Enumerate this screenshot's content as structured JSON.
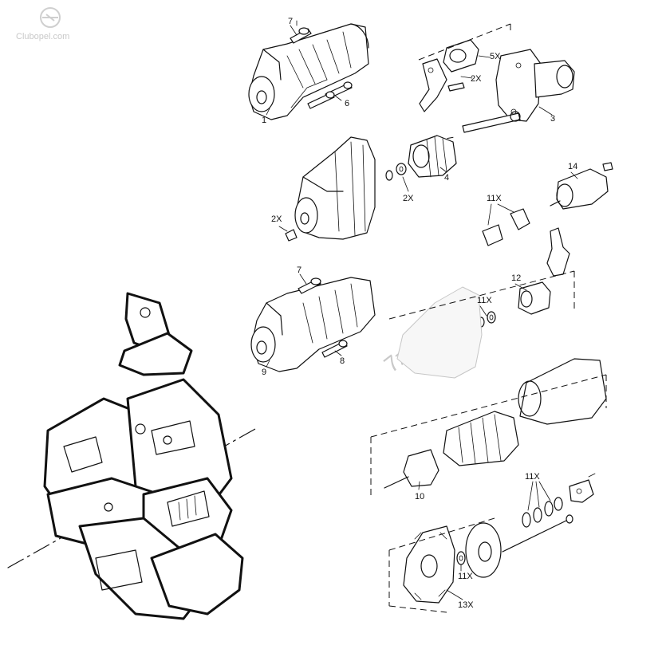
{
  "watermarks": {
    "top_left": "Clubopel.com",
    "center": "7zap.com"
  },
  "callouts": {
    "c1": "1",
    "c2x_a": "2X",
    "c2x_b": "2X",
    "c2x_c": "2X",
    "c3": "3",
    "c4": "4",
    "c5x": "5X",
    "c6": "6",
    "c7_top": "7",
    "c7_mid": "7",
    "c8": "8",
    "c9": "9",
    "c10": "10",
    "c11x_a": "11X",
    "c11x_b": "11X",
    "c11x_c": "11X",
    "c11x_d": "11X",
    "c12": "12",
    "c13x": "13X",
    "c14": "14"
  }
}
